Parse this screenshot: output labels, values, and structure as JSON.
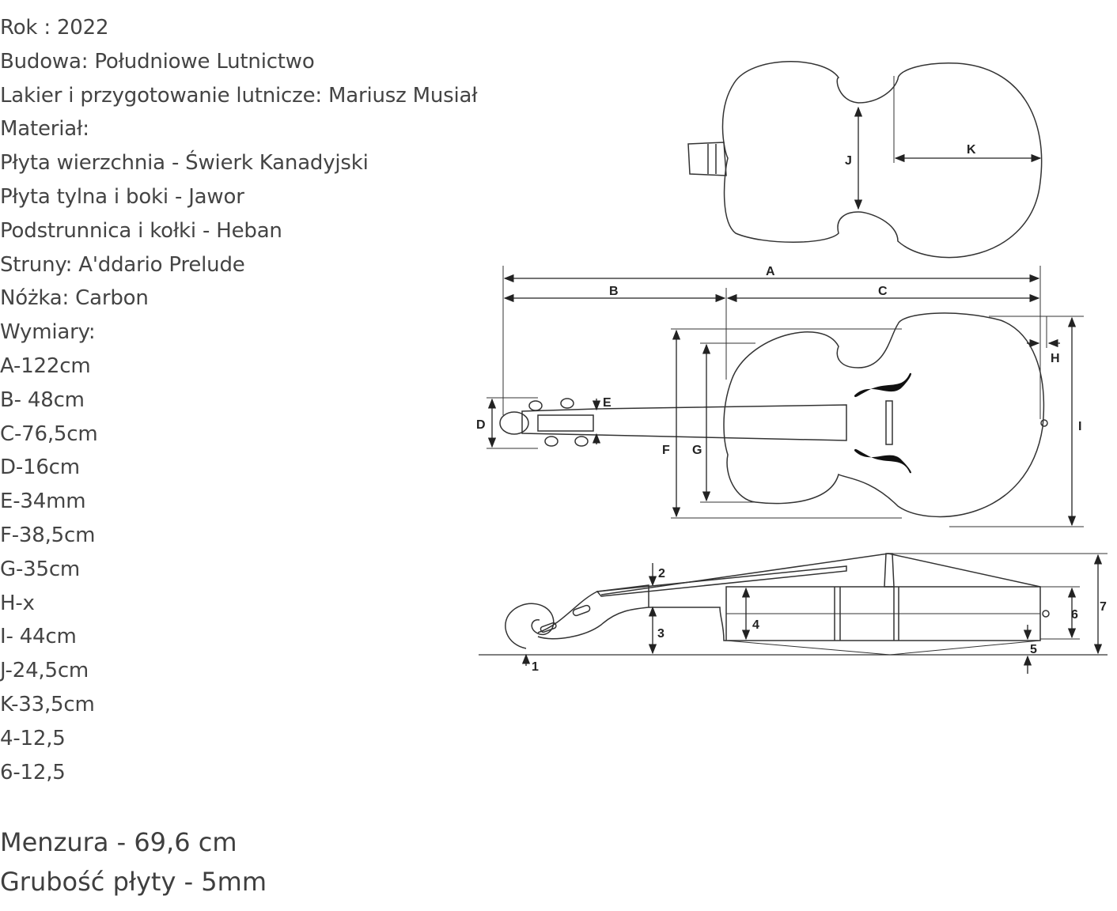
{
  "specs": [
    "Rok : 2022",
    "Budowa: Południowe Lutnictwo",
    "Lakier i przygotowanie lutnicze: Mariusz Musiał",
    "Materiał:",
    "Płyta wierzchnia - Świerk Kanadyjski",
    "Płyta tylna i boki - Jawor",
    "Podstrunnica i kołki - Heban",
    "Struny: A'ddario Prelude",
    "Nóżka: Carbon",
    "Wymiary:",
    "A-122cm",
    "B- 48cm",
    "C-76,5cm",
    "D-16cm",
    "E-34mm",
    "F-38,5cm",
    "G-35cm",
    "H-x",
    "I- 44cm",
    "J-24,5cm",
    "K-33,5cm",
    "4-12,5",
    "6-12,5"
  ],
  "footer": {
    "scale_length": "Menzura - 69,6 cm",
    "plate_thickness": "Grubość płyty - 5mm"
  },
  "diagram": {
    "labels": {
      "A": "A",
      "B": "B",
      "C": "C",
      "D": "D",
      "E": "E",
      "F": "F",
      "G": "G",
      "H": "H",
      "I": "I",
      "J": "J",
      "K": "K",
      "n1": "1",
      "n2": "2",
      "n3": "3",
      "n4": "4",
      "n5": "5",
      "n6": "6",
      "n7": "7"
    }
  }
}
